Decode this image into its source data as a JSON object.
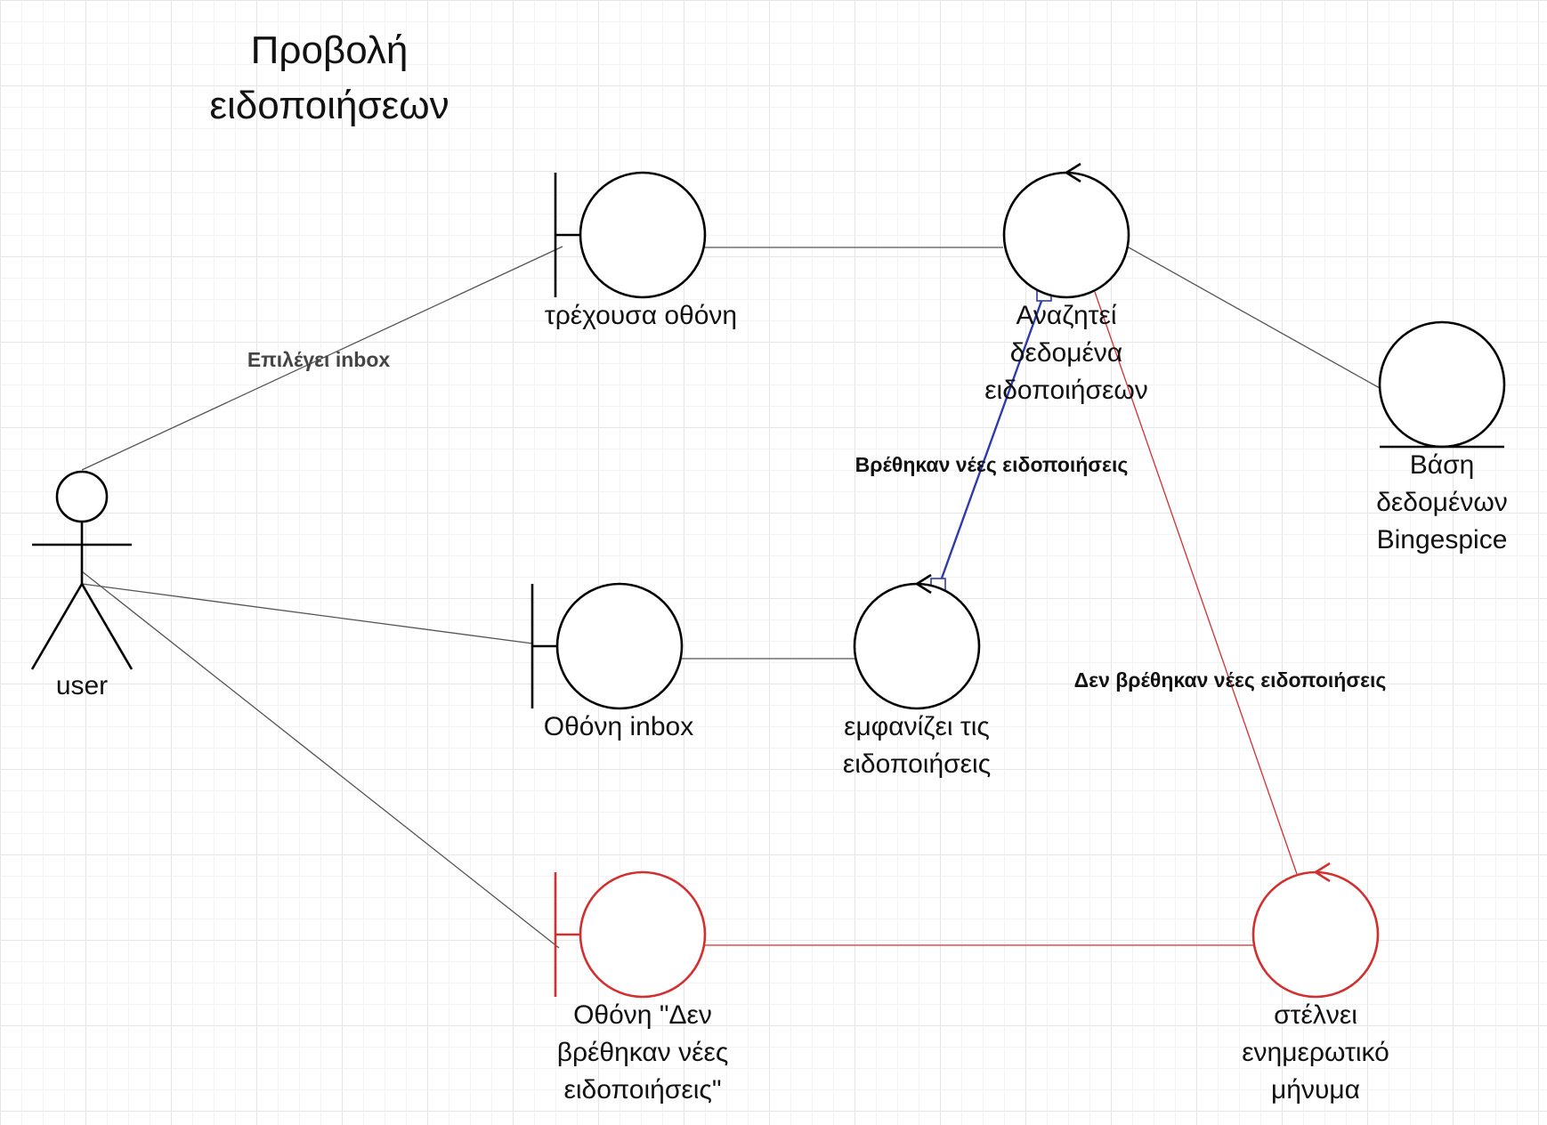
{
  "title": "Προβολή ειδοποιήσεων",
  "nodes": {
    "user": {
      "kind": "actor",
      "label": "user"
    },
    "current_screen": {
      "kind": "boundary",
      "label": "τρέχουσα οθόνη"
    },
    "search_notifications": {
      "kind": "control",
      "label": "Αναζητεί δεδομένα ειδοποιήσεων"
    },
    "database": {
      "kind": "entity",
      "label": "Βάση δεδομένων Bingespice"
    },
    "inbox_screen": {
      "kind": "boundary",
      "label": "Οθόνη inbox"
    },
    "show_notifications": {
      "kind": "control",
      "label": "εμφανίζει τις ειδοποιήσεις"
    },
    "no_new_screen": {
      "kind": "boundary",
      "label": "Οθόνη \"Δεν βρέθηκαν νέες ειδοποιήσεις\""
    },
    "send_message": {
      "kind": "control",
      "label": "στέλνει ενημερωτικό μήνυμα"
    }
  },
  "edges": {
    "selects_inbox": {
      "label": "Επιλέγει inbox"
    },
    "found_new": {
      "label": "Βρέθηκαν νέες ειδοποιήσεις"
    },
    "not_found_new": {
      "label": "Δεν βρέθηκαν νέες ειδοποιήσεις"
    }
  },
  "colors": {
    "default_stroke": "#000000",
    "connector": "#555555",
    "alternate_flow": "#d32f2f",
    "selected_edge": "#2e3bab"
  }
}
